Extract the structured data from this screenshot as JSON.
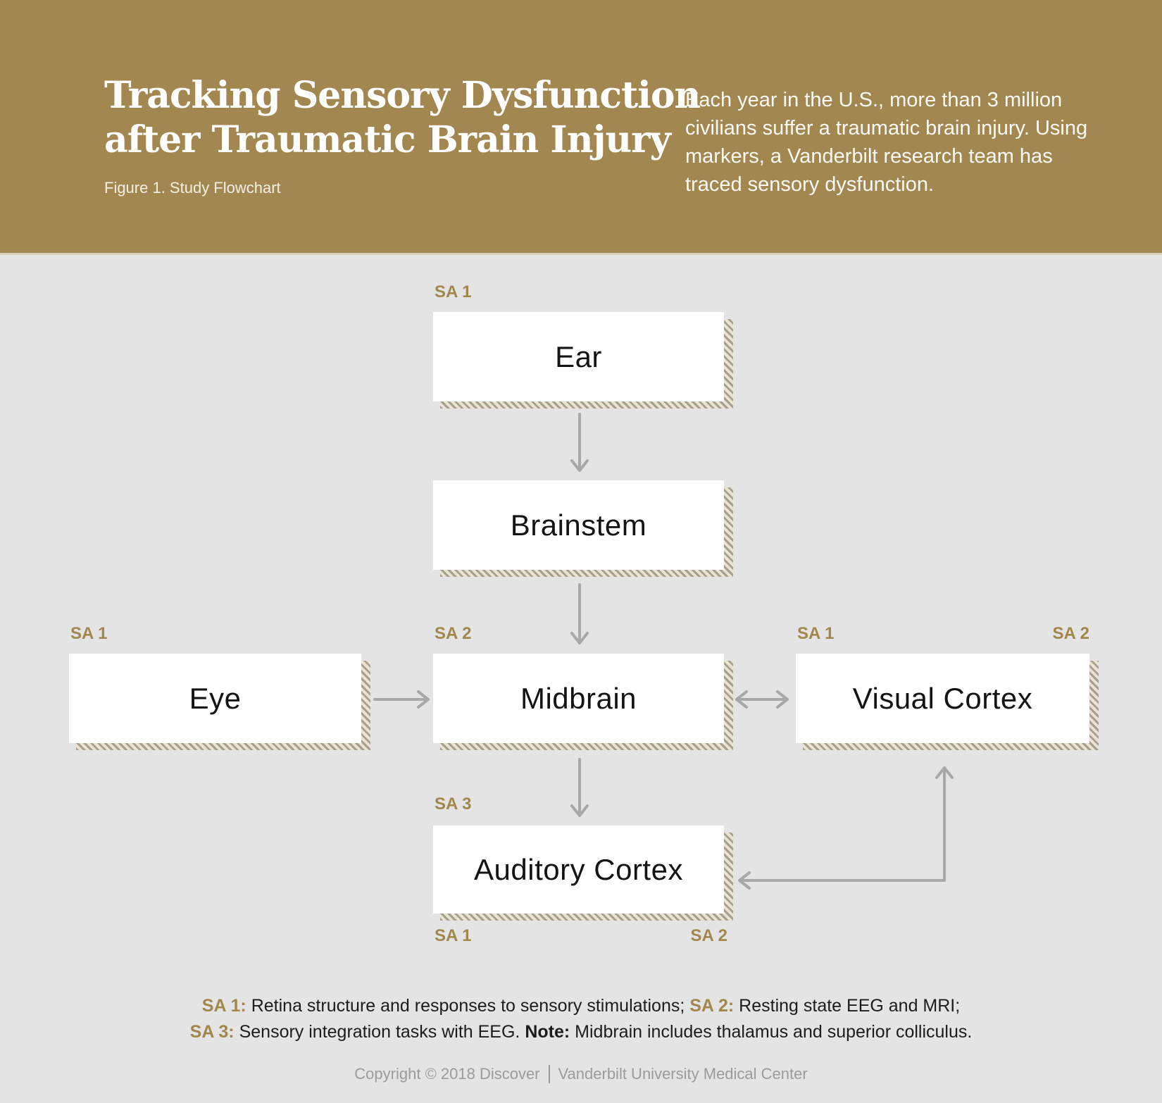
{
  "header": {
    "title_line1": "Tracking Sensory Dysfunction",
    "title_line2": "after Traumatic Brain Injury",
    "figure_label": "Figure 1. Study Flowchart",
    "intro_lines": [
      "Each year in the U.S., more than 3 million",
      "civilians suffer a traumatic brain injury. Using",
      "markers, a Vanderbilt research team has",
      "traced sensory dysfunction."
    ]
  },
  "colors": {
    "header_gold": "#a28850",
    "label_gold": "#a1874b",
    "background_gray": "#e4e4e4",
    "arrow_gray": "#a8a8a8",
    "box_white": "#ffffff"
  },
  "flowchart": {
    "nodes": [
      {
        "id": "ear",
        "label": "Ear"
      },
      {
        "id": "brainstem",
        "label": "Brainstem"
      },
      {
        "id": "eye",
        "label": "Eye"
      },
      {
        "id": "midbrain",
        "label": "Midbrain"
      },
      {
        "id": "visual-cortex",
        "label": "Visual Cortex"
      },
      {
        "id": "auditory-cortex",
        "label": "Auditory Cortex"
      }
    ],
    "tags": {
      "ear_top": "SA 1",
      "eye_top": "SA 1",
      "midbrain_top": "SA 2",
      "visual_top_left": "SA 1",
      "visual_top_right": "SA 2",
      "auditory_top": "SA 3",
      "auditory_bottom_left": "SA 1",
      "auditory_bottom_right": "SA 2"
    },
    "edges": [
      {
        "from": "ear",
        "to": "brainstem",
        "direction": "one-way"
      },
      {
        "from": "brainstem",
        "to": "midbrain",
        "direction": "one-way"
      },
      {
        "from": "eye",
        "to": "midbrain",
        "direction": "one-way"
      },
      {
        "from": "midbrain",
        "to": "visual-cortex",
        "direction": "two-way"
      },
      {
        "from": "midbrain",
        "to": "auditory-cortex",
        "direction": "one-way"
      },
      {
        "from": "visual-cortex",
        "to": "auditory-cortex",
        "direction": "two-way-elbow"
      }
    ]
  },
  "legend": {
    "sa1_label": "SA 1:",
    "sa1_text": " Retina structure and responses to sensory stimulations; ",
    "sa2_label": "SA 2:",
    "sa2_text": " Resting state EEG and MRI;",
    "sa3_label": "SA 3:",
    "sa3_text": " Sensory integration tasks with EEG. ",
    "note_label": "Note:",
    "note_text": " Midbrain includes thalamus and superior colliculus."
  },
  "footer": {
    "copyright": "Copyright © 2018 Discover",
    "organization": "Vanderbilt University Medical Center"
  }
}
